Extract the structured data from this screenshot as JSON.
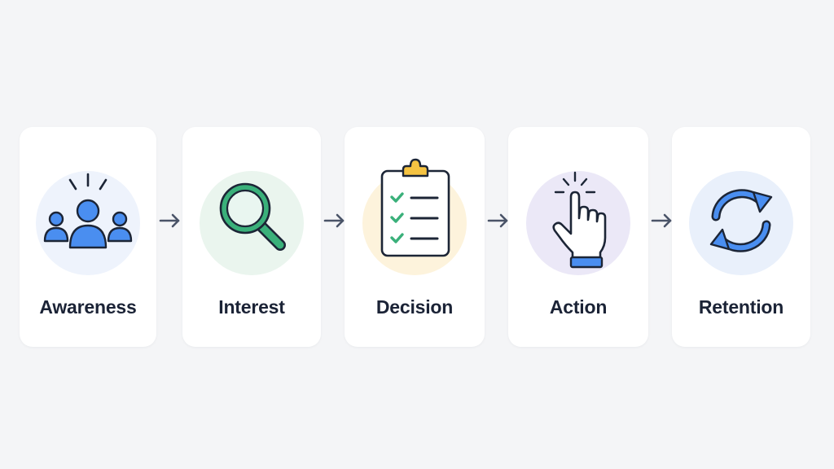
{
  "stages": [
    {
      "label": "Awareness",
      "icon": "people-icon",
      "bg": "#eef3fc"
    },
    {
      "label": "Interest",
      "icon": "magnifier-icon",
      "bg": "#eaf5ee"
    },
    {
      "label": "Decision",
      "icon": "checklist-icon",
      "bg": "#fdf3dc"
    },
    {
      "label": "Action",
      "icon": "tap-hand-icon",
      "bg": "#ebe8f7"
    },
    {
      "label": "Retention",
      "icon": "refresh-icon",
      "bg": "#e9f0fb"
    }
  ],
  "colors": {
    "blue": "#4a8ef0",
    "green": "#3ab07a",
    "gold": "#f5c342",
    "outline": "#1c2536",
    "arrow": "#4a5468"
  }
}
